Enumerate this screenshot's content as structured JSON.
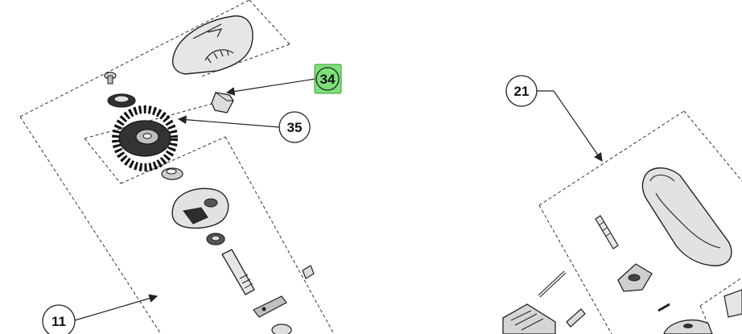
{
  "callouts": {
    "c34": {
      "label": "34",
      "highlight": "#7ee07a"
    },
    "c35": {
      "label": "35"
    },
    "c21": {
      "label": "21"
    },
    "c11": {
      "label": "11"
    }
  },
  "colors": {
    "line": "#222222",
    "part_fill": "#dcdcdc",
    "part_dark": "#3a3a3a",
    "dash": "#333333"
  }
}
